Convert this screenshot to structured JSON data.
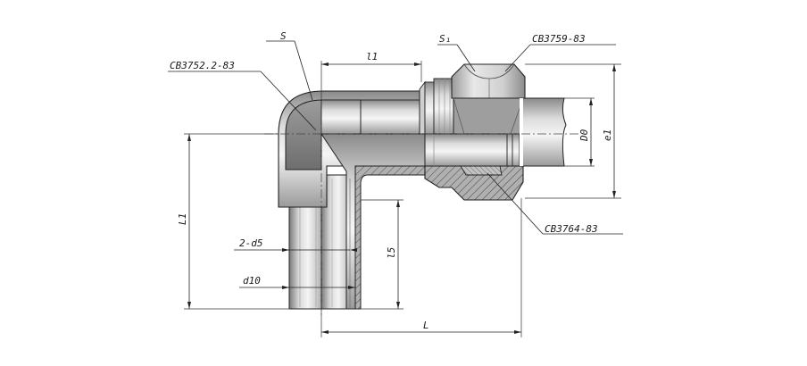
{
  "labels": {
    "cb_elbow": "CB3752.2-83",
    "cb_nut": "CB3759-83",
    "cb_ring": "CB3764-83",
    "s": "S",
    "s1": "S₁",
    "l1": "l1",
    "d0": "D0",
    "e1": "e1",
    "L1": "L1",
    "two_d5": "2-d5",
    "d10": "d10",
    "l5": "l5",
    "L": "L"
  },
  "colors": {
    "line": "#222222",
    "metal_light": "#e4e4e4",
    "metal_mid": "#b4b4b4",
    "metal_dark": "#7e7e7e",
    "section_fill": "#a8a8a8"
  }
}
